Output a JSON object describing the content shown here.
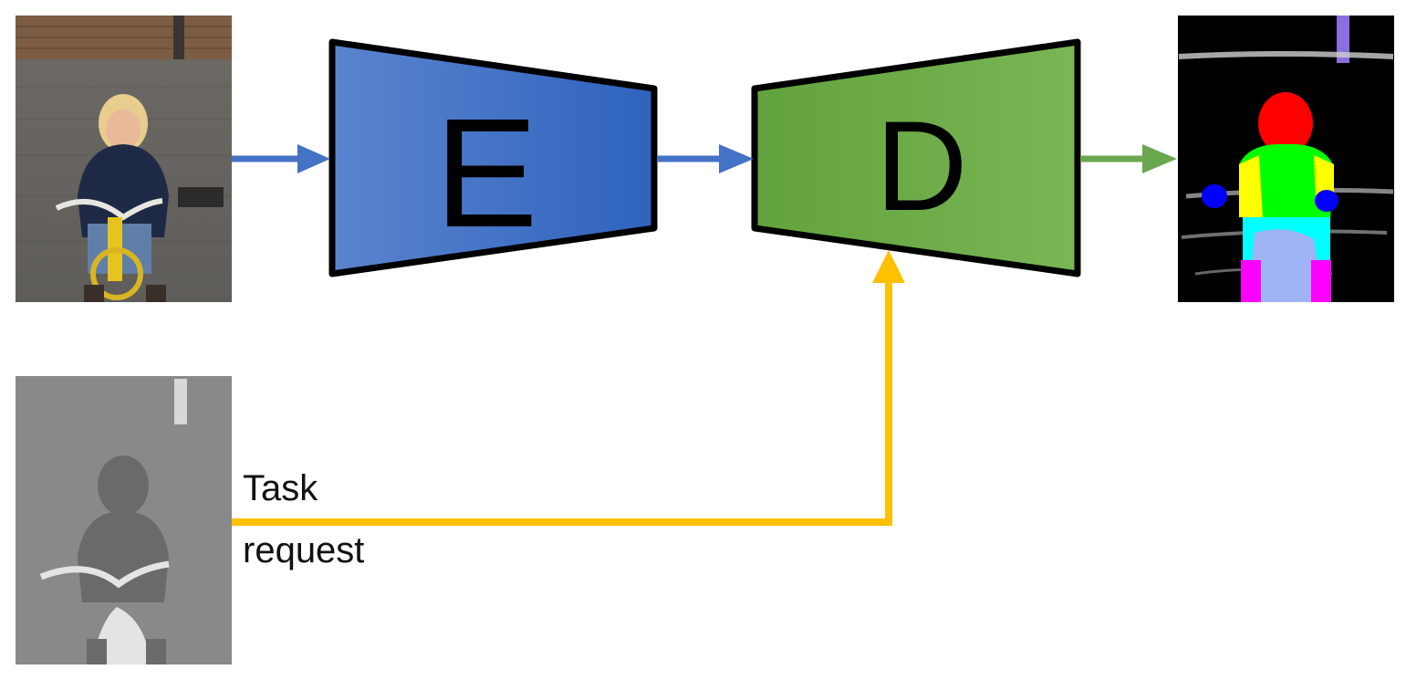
{
  "encoder": {
    "letter": "E",
    "color_left": "#5b84cf",
    "color_right": "#2f63bd"
  },
  "decoder": {
    "letter": "D",
    "color_left": "#62a23c",
    "color_right": "#7ab655"
  },
  "task_request": {
    "line1": "Task",
    "line2": "request"
  },
  "colors": {
    "input_arrow": "#4472c4",
    "output_arrow": "#6aa84f",
    "task_arrow": "#ffc000",
    "outline": "#000000"
  }
}
